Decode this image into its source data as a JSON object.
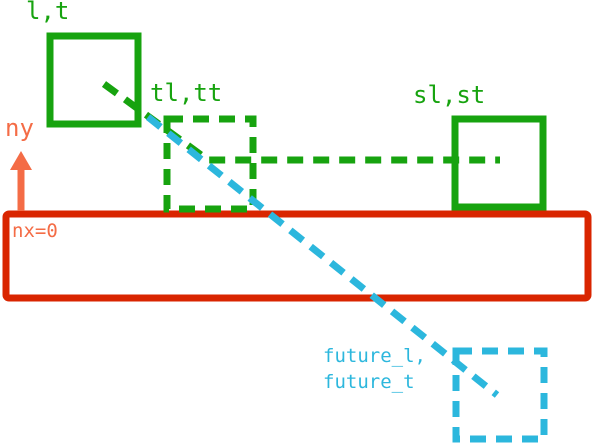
{
  "labels": {
    "current_box": "l,t",
    "temp_box": "tl,tt",
    "swept_box": "sl,st",
    "normal_y": "ny",
    "normal_x": "nx=0",
    "future_box_line1": "future_l,",
    "future_box_line2": "future_t"
  },
  "colors": {
    "green": "#17a30f",
    "red": "#d92500",
    "orange": "#f46c46",
    "blue": "#2cb7dd",
    "background": "#ffffff"
  },
  "icons": {
    "normal_y_arrow": "arrow-up-icon"
  }
}
